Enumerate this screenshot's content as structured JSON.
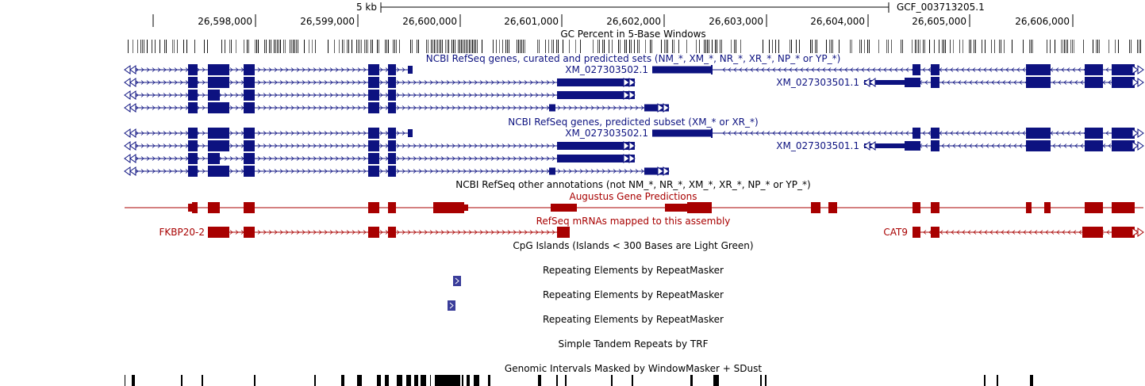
{
  "scale_bar": {
    "label": "5 kb",
    "assembly": "GCF_003713205.1"
  },
  "ruler": {
    "ticks": [
      "26,598,000",
      "26,599,000",
      "26,600,000",
      "26,601,000",
      "26,602,000",
      "26,603,000",
      "26,604,000",
      "26,605,000",
      "26,606,000"
    ]
  },
  "colors": {
    "refseq": "#0d1280",
    "augustus": "#a80000",
    "repeat": "#3a3d9a",
    "text": "#000000"
  },
  "tracks": {
    "gc_percent": {
      "title": "GC Percent in 5-Base Windows"
    },
    "refseq_all": {
      "title": "NCBI RefSeq genes, curated and predicted sets (NM_*, XM_*, NR_*, XR_*, NP_* or YP_*)",
      "labels": [
        "XM_027303502.1",
        "XM_027303501.1"
      ]
    },
    "refseq_predicted": {
      "title": "NCBI RefSeq genes, predicted subset (XM_* or XR_*)",
      "labels": [
        "XM_027303502.1",
        "XM_027303501.1"
      ]
    },
    "refseq_other": {
      "title": "NCBI RefSeq other annotations (not NM_*, NR_*, XM_*, XR_*, NP_* or YP_*)"
    },
    "augustus": {
      "title": "Augustus Gene Predictions"
    },
    "refseq_mrna": {
      "title": "RefSeq mRNAs mapped to this assembly",
      "labels": [
        "FKBP20-2",
        "CAT9"
      ]
    },
    "cpg": {
      "title": "CpG Islands (Islands < 300 Bases are Light Green)"
    },
    "repeatmasker": [
      {
        "title": "Repeating Elements by RepeatMasker"
      },
      {
        "title": "Repeating Elements by RepeatMasker"
      },
      {
        "title": "Repeating Elements by RepeatMasker"
      }
    ],
    "trf": {
      "title": "Simple Tandem Repeats by TRF"
    },
    "windowmasker": {
      "title": "Genomic Intervals Masked by WindowMasker + SDust"
    }
  }
}
